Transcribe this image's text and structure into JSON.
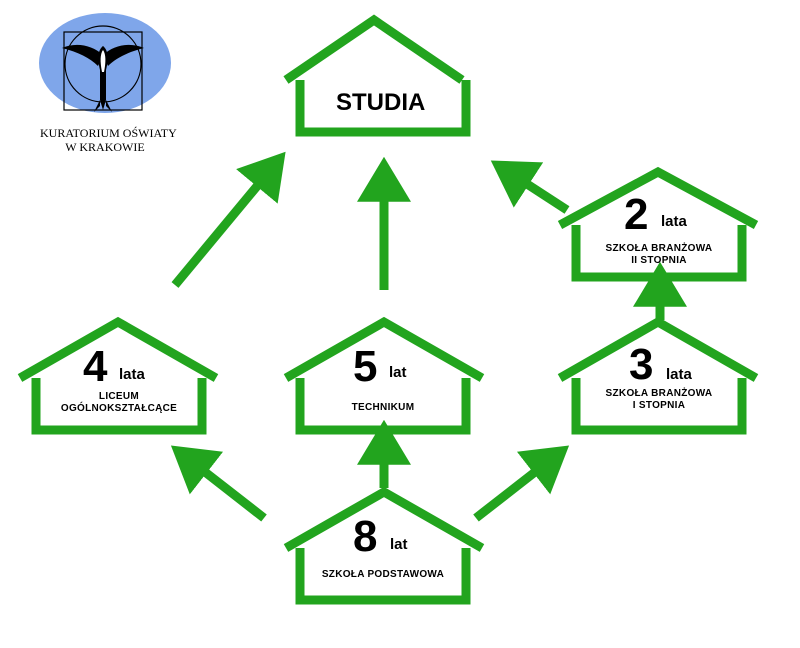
{
  "logo": {
    "line1": "KURATORIUM OŚWIATY",
    "line2": "W KRAKOWIE",
    "icon": "swallow-icon"
  },
  "colors": {
    "house": "#22a41e",
    "arrow": "#22a41e",
    "logo_circle": "#7fa6ea"
  },
  "houses": {
    "studia": {
      "label": "STUDIA"
    },
    "liceum": {
      "number": "4",
      "unit": "lata",
      "line1": "LICEUM",
      "line2": "OGÓLNOKSZTAŁCĄCE"
    },
    "technikum": {
      "number": "5",
      "unit": "lat",
      "line1": "TECHNIKUM"
    },
    "branzowa1": {
      "number": "3",
      "unit": "lata",
      "line1": "SZKOŁA BRANŻOWA",
      "line2": "I STOPNIA"
    },
    "branzowa2": {
      "number": "2",
      "unit": "lata",
      "line1": "SZKOŁA BRANŻOWA",
      "line2": "II STOPNIA"
    },
    "podstawowa": {
      "number": "8",
      "unit": "lat",
      "line1": "SZKOŁA PODSTAWOWA"
    }
  }
}
